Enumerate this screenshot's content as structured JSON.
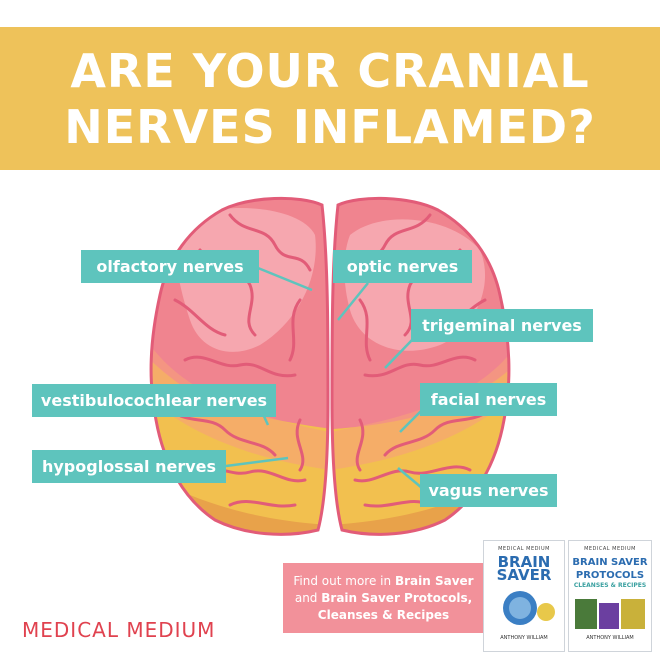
{
  "header": {
    "line1": "ARE YOUR CRANIAL",
    "line2": "NERVES INFLAMED?"
  },
  "labels": {
    "olfactory": "olfactory nerves",
    "optic": "optic nerves",
    "trigeminal": "trigeminal nerves",
    "vestibulocochlear": "vestibulocochlear nerves",
    "facial": "facial nerves",
    "hypoglossal": "hypoglossal nerves",
    "vagus": "vagus nerves"
  },
  "promo": {
    "prefix": "Find out more in",
    "book1": "Brain Saver",
    "and": "and",
    "book2_line1": "Brain Saver Protocols,",
    "book2_line2": "Cleanses & Recipes"
  },
  "brand": "MEDICAL MEDIUM",
  "book1": {
    "publisher": "MEDICAL MEDIUM",
    "title_line1": "BRAIN",
    "title_line2": "SAVER",
    "author": "ANTHONY WILLIAM"
  },
  "book2": {
    "publisher": "MEDICAL MEDIUM",
    "title_line1": "BRAIN SAVER",
    "title_line2": "PROTOCOLS",
    "subtitle": "CLEANSES & RECIPES",
    "author": "ANTHONY WILLIAM"
  },
  "colors": {
    "banner": "#eec25a",
    "label": "#5ec4bd",
    "brain_pink": "#f0848f",
    "brain_yellow": "#f2c04f",
    "promo": "#f2919a",
    "brand": "#e0424f"
  }
}
